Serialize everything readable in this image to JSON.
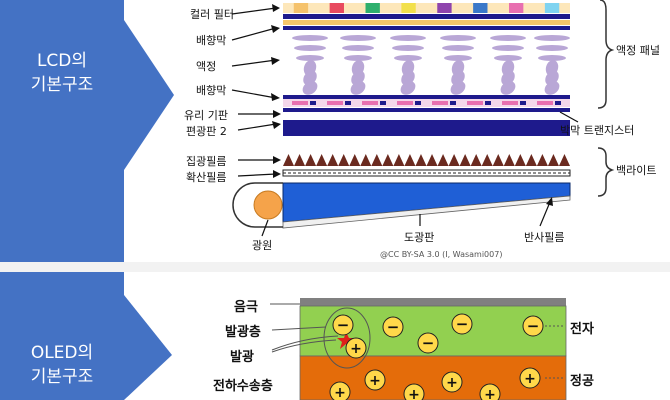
{
  "lcd": {
    "heading_line1": "LCD의",
    "heading_line2": "기본구조",
    "left_labels": [
      "컬러 필터",
      "배향막",
      "액정",
      "배향막",
      "유리 기판",
      "편광판 2",
      "집광필름",
      "확산필름"
    ],
    "right_labels": {
      "panel": "액정 패널",
      "tft": "박막 트랜지스터",
      "backlight": "백라이트"
    },
    "bottom_labels": {
      "light_source": "광원",
      "light_guide": "도광판",
      "reflector": "반사필름"
    },
    "credit": "@CC BY-SA 3.0 (I, Wasami007)",
    "filter_colors": [
      "#f5c26b",
      "#e84a5f",
      "#2eaf6d",
      "#f2e04b",
      "#8e44ad",
      "#3a78c9",
      "#e86fb0",
      "#7fd3f0"
    ],
    "colors": {
      "panel_blue": "#4472c4",
      "layer_navy": "#1e1a8c",
      "lc_purple": "#b9a7d6",
      "prism": "#6b2a1f",
      "guide_blue": "#1f5fd6",
      "lamp": "#f5a34a"
    }
  },
  "oled": {
    "heading_line1": "OLED의",
    "heading_line2": "기본구조",
    "left_labels": [
      "음극",
      "발광층",
      "발광",
      "전하수송층"
    ],
    "right_labels": [
      "전자",
      "정공"
    ],
    "electron_sign": "−",
    "hole_sign": "+",
    "colors": {
      "cathode": "#808080",
      "emissive": "#92d050",
      "transport": "#e46c0a",
      "carrier": "#ffd84a"
    }
  }
}
